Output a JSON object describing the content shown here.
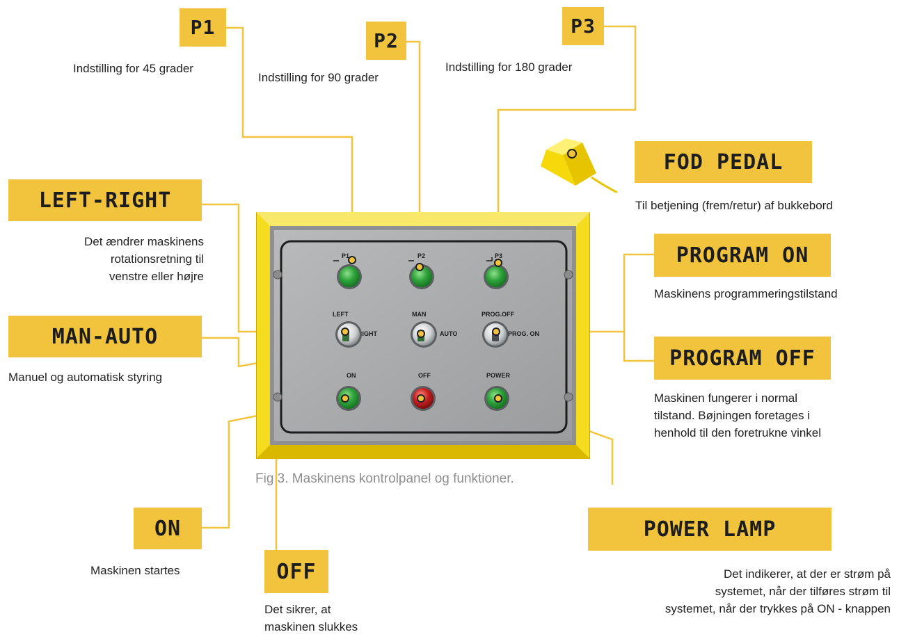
{
  "callouts": {
    "p1": {
      "label": "P1",
      "desc": "Indstilling for 45 grader"
    },
    "p2": {
      "label": "P2",
      "desc": "Indstilling for 90 grader"
    },
    "p3": {
      "label": "P3",
      "desc": "Indstilling for 180 grader"
    },
    "fod_pedal": {
      "label": "FOD PEDAL",
      "desc": "Til betjening (frem/retur) af bukkebord"
    },
    "left_right": {
      "label": "LEFT-RIGHT",
      "desc": [
        "Det ændrer maskinens",
        "rotationsretning til",
        "venstre eller højre"
      ]
    },
    "man_auto": {
      "label": "MAN-AUTO",
      "desc": "Manuel og automatisk styring"
    },
    "program_on": {
      "label": "PROGRAM ON",
      "desc": "Maskinens programmeringstilstand"
    },
    "program_off": {
      "label": "PROGRAM OFF",
      "desc": [
        "Maskinen fungerer i normal",
        "tilstand. Bøjningen foretages i",
        "henhold til den foretrukne vinkel"
      ]
    },
    "on": {
      "label": "ON",
      "desc": "Maskinen startes"
    },
    "off": {
      "label": "OFF",
      "desc": [
        "Det sikrer, at",
        "maskinen slukkes"
      ]
    },
    "power_lamp": {
      "label": "POWER LAMP",
      "desc": [
        "Det indikerer, at der er strøm på",
        "systemet, når der tilføres strøm til",
        "systemet, når der trykkes på ON - knappen"
      ]
    }
  },
  "panel": {
    "p1": "P1",
    "p2": "P2",
    "p3": "P3",
    "left": "LEFT",
    "right": "RIGHT",
    "man": "MAN",
    "auto": "AUTO",
    "prog_off": "PROG.OFF",
    "prog_on": "PROG. ON",
    "on": "ON",
    "off": "OFF",
    "power": "POWER"
  },
  "caption": "Fig 3. Maskinens kontrolpanel og funktioner.",
  "colors": {
    "accent": "#f2c43d",
    "frame": "#f5dc1e",
    "green": "#2ea23a",
    "red": "#c62020",
    "panel": "#a4a6a7"
  }
}
